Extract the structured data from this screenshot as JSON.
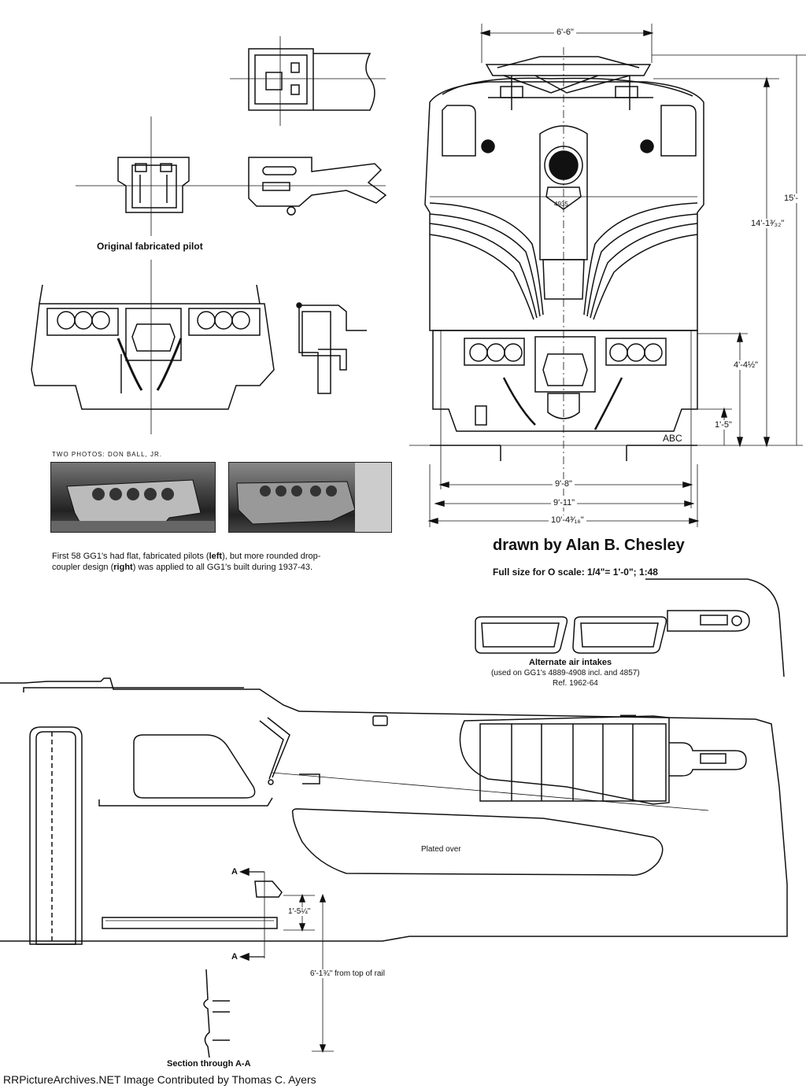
{
  "pilot": {
    "title": "Original fabricated pilot",
    "photo_credit": "TWO PHOTOS: DON BALL, JR.",
    "caption_parts": [
      "First 58 GG1's had flat, fabricated pilots (",
      "left",
      "), but more rounded drop-",
      "coupler design (",
      "right",
      ") was applied to all GG1's built during 1937-43."
    ]
  },
  "front_view": {
    "dimensions": {
      "top_width": "6'-6\"",
      "overall_height": "15'-",
      "pantograph_height": "14'-1³⁄₃₂\"",
      "pilot_height": "4'-4½\"",
      "coupler_height": "1'-5\"",
      "reference": "ABC",
      "width_1": "9'-8\"",
      "width_2": "9'-11\"",
      "width_3": "10'-4³⁄₁₆\""
    },
    "keystone_number": "4935"
  },
  "credits": {
    "drawn_by": "drawn by Alan B. Chesley",
    "scale": "Full size for O scale: 1/4\"= 1'-0\"; 1:48"
  },
  "side_view": {
    "alt_intakes_title": "Alternate air intakes",
    "alt_intakes_note": "(used on GG1's 4889-4908 incl. and 4857)",
    "alt_intakes_ref": "Ref. 1962-64",
    "plated_over": "Plated over",
    "section_marker": "A",
    "section_height": "1'-5¼\"",
    "rail_height": "6'-1¾\" from top of rail",
    "section_label": "Section through A-A"
  },
  "footer": "RRPictureArchives.NET Image Contributed by Thomas C. Ayers"
}
